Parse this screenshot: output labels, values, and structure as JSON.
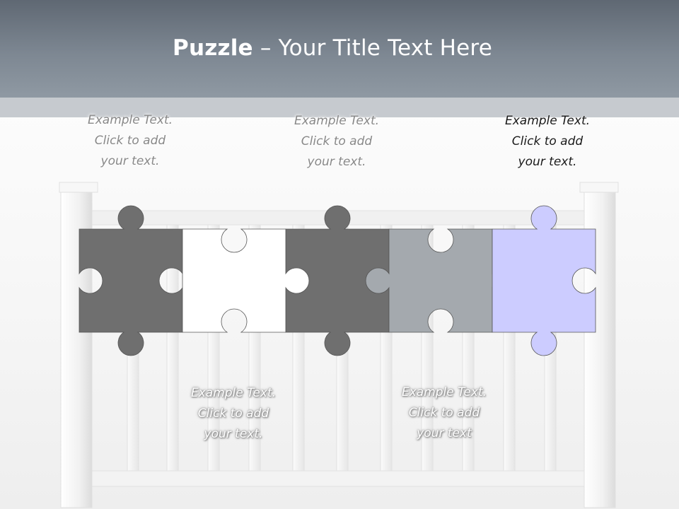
{
  "slide": {
    "title_bold": "Puzzle",
    "title_rest": " – Your Title Text Here"
  },
  "captions": [
    {
      "text": "Example Text.\nClick to add\nyour text."
    },
    {
      "text": "Example Text.\nClick to add\nyour text."
    },
    {
      "text": "Example Text.\nClick to add\nyour text."
    },
    {
      "text": "Example Text.\nClick to add\nyour text."
    },
    {
      "text": "Example Text.\nClick to add\nyour text"
    }
  ],
  "puzzle_pieces": [
    {
      "color": "#6f6f6f"
    },
    {
      "color": "#ffffff"
    },
    {
      "color": "#6f6f6f"
    },
    {
      "color": "#a4a9ae"
    },
    {
      "color": "#ccccff"
    }
  ],
  "colors": {
    "header": "#7d8792",
    "header_band": "#c6cacf",
    "railing": "#f2f2f2",
    "piece_outline": "#555555"
  }
}
